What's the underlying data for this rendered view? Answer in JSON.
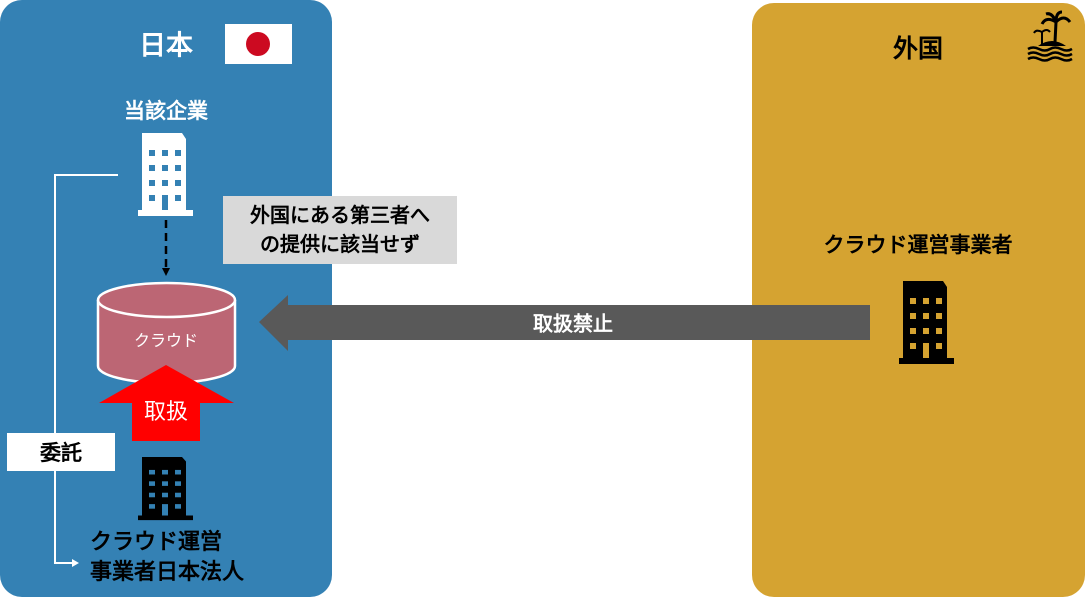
{
  "japan": {
    "title": "日本",
    "company_label": "当該企業",
    "note_line1": "外国にある第三者へ",
    "note_line2": "の提供に該当せず",
    "cloud_label": "クラウド",
    "handle_label": "取扱",
    "entrust_label": "委託",
    "subsidiary_line1": "クラウド運営",
    "subsidiary_line2": "事業者日本法人"
  },
  "foreign": {
    "title": "外国",
    "operator_label": "クラウド運営事業者"
  },
  "prohibited_label": "取扱禁止",
  "colors": {
    "japan_panel": "#3481b4",
    "foreign_panel": "#d5a331",
    "cloud": "#bc6674",
    "handle_arrow": "#ff0000",
    "prohibited_arrow": "#595959",
    "note_box": "#d9d9d9",
    "flag_red": "#cc0a21"
  }
}
